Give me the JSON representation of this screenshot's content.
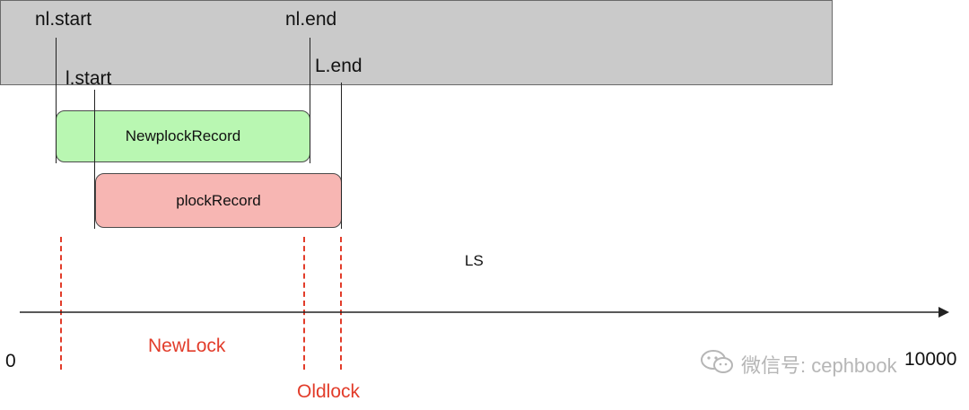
{
  "labels": {
    "nl_start": "nl.start",
    "nl_end": "nl.end",
    "l_start": "l.start",
    "l_end": "L.end"
  },
  "records": {
    "new": "NewplockRecord",
    "plock": "plockRecord",
    "ls": "LS"
  },
  "axis": {
    "min_label": "0",
    "max_label": "10000"
  },
  "guides": {
    "newlock": "NewLock",
    "oldlock": "Oldlock"
  },
  "watermark": {
    "text": "微信号: cephbook",
    "icon": "wechat-icon"
  },
  "colors": {
    "new_fill": "#b9f7b2",
    "plock_fill": "#f7b6b3",
    "ls_fill": "#cacaca",
    "guide": "#e23c2a"
  }
}
